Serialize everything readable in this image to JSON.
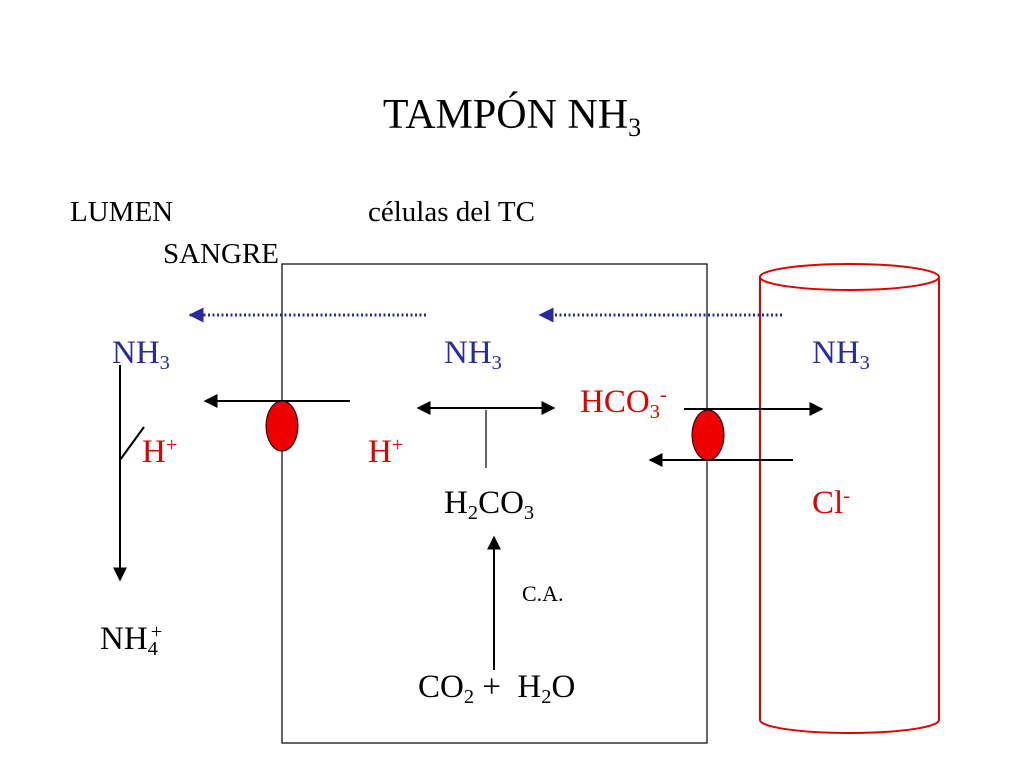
{
  "title": {
    "main": "TAMPÓN NH",
    "sub": "3"
  },
  "columns": {
    "lumen": "LUMEN",
    "cells": "células del TC",
    "blood": "SANGRE"
  },
  "species": {
    "nh3_lumen": {
      "main": "NH",
      "sub": "3"
    },
    "nh3_cell": {
      "main": "NH",
      "sub": "3"
    },
    "nh3_blood": {
      "main": "NH",
      "sub": "3"
    },
    "hco3": {
      "main": "HCO",
      "sub": "3",
      "sup": "-"
    },
    "hplus_lumen": {
      "main": "H",
      "sup": "+"
    },
    "hplus_cell": {
      "main": "H",
      "sup": "+"
    },
    "h2co3": {
      "a": "H",
      "sub1": "2",
      "b": "CO",
      "sub2": "3"
    },
    "cl": {
      "main": "Cl",
      "sup": "-"
    },
    "nh4": {
      "main": "NH",
      "sub": "4",
      "sup": "+"
    },
    "co2_h2o": {
      "a": "CO",
      "sub1": "2",
      "plus": " +  H",
      "sub2": "2",
      "b": "O"
    }
  },
  "enzyme_label": "C.A.",
  "colors": {
    "diffusion": "#2a2aa0",
    "transporter": "#ee0000",
    "ion": "#e00000",
    "blood_vessel": "#e00000"
  }
}
